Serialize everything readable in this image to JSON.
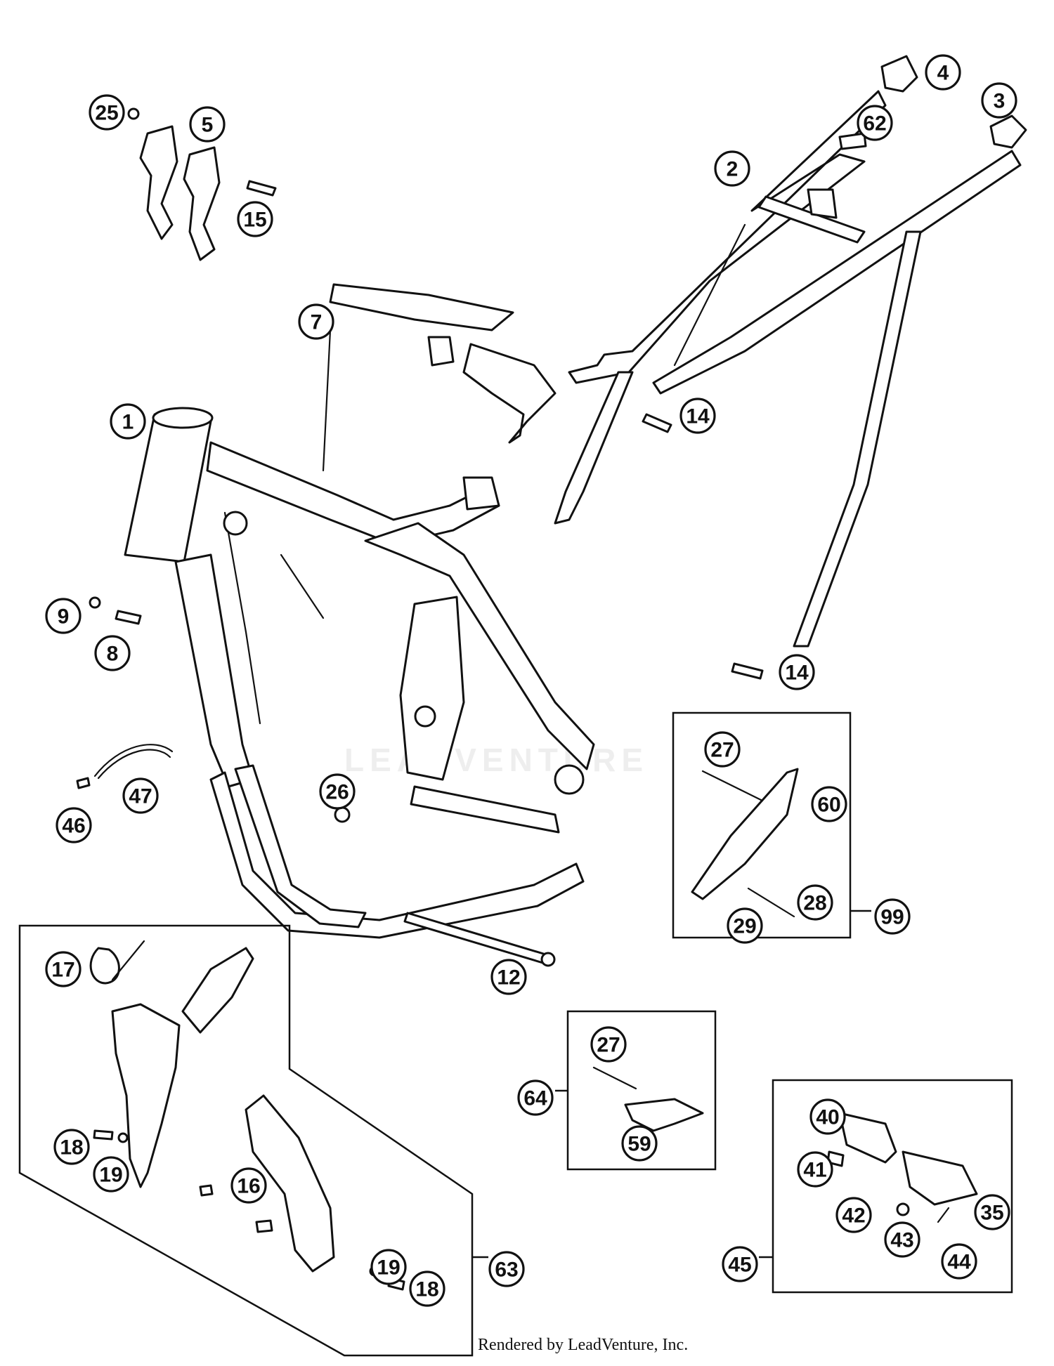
{
  "callouts": [
    "1",
    "2",
    "3",
    "4",
    "5",
    "7",
    "8",
    "9",
    "12",
    "14",
    "14",
    "15",
    "16",
    "17",
    "18",
    "18",
    "19",
    "19",
    "25",
    "26",
    "27",
    "27",
    "28",
    "29",
    "35",
    "40",
    "41",
    "42",
    "43",
    "44",
    "45",
    "46",
    "47",
    "59",
    "60",
    "62",
    "63",
    "64",
    "99"
  ],
  "watermark": "LEADVENTURE",
  "credit": "Rendered by LeadVenture, Inc."
}
